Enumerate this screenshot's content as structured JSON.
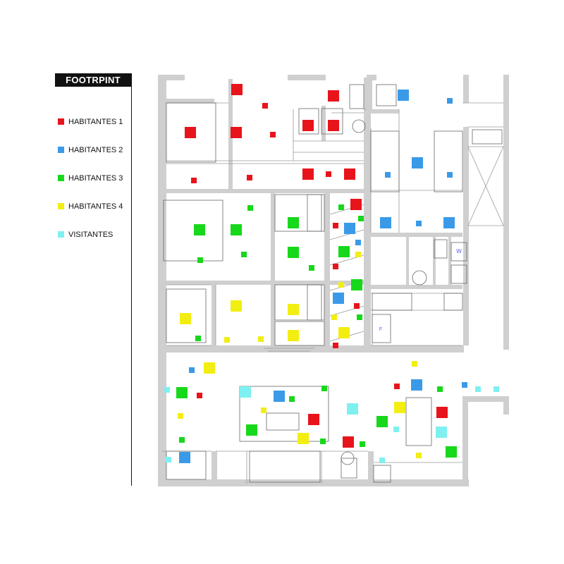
{
  "legend": {
    "title": "FOOTRPINT",
    "items": [
      {
        "label": "HABITANTES 1",
        "color": "#e8141b"
      },
      {
        "label": "HABITANTES 2",
        "color": "#3a9ae8"
      },
      {
        "label": "HABITANTES 3",
        "color": "#17d81a"
      },
      {
        "label": "HABITANTES 4",
        "color": "#f2ee12"
      },
      {
        "label": "VISITANTES",
        "color": "#7ff0f0"
      }
    ]
  },
  "plan": {
    "wall_color": "#cfcfcf",
    "line_color": "#9a9a9a",
    "furniture_color": "#666666",
    "fixture_labels": [
      "W",
      "F"
    ],
    "marks_per_group": [
      23,
      16,
      24,
      16,
      8
    ]
  }
}
